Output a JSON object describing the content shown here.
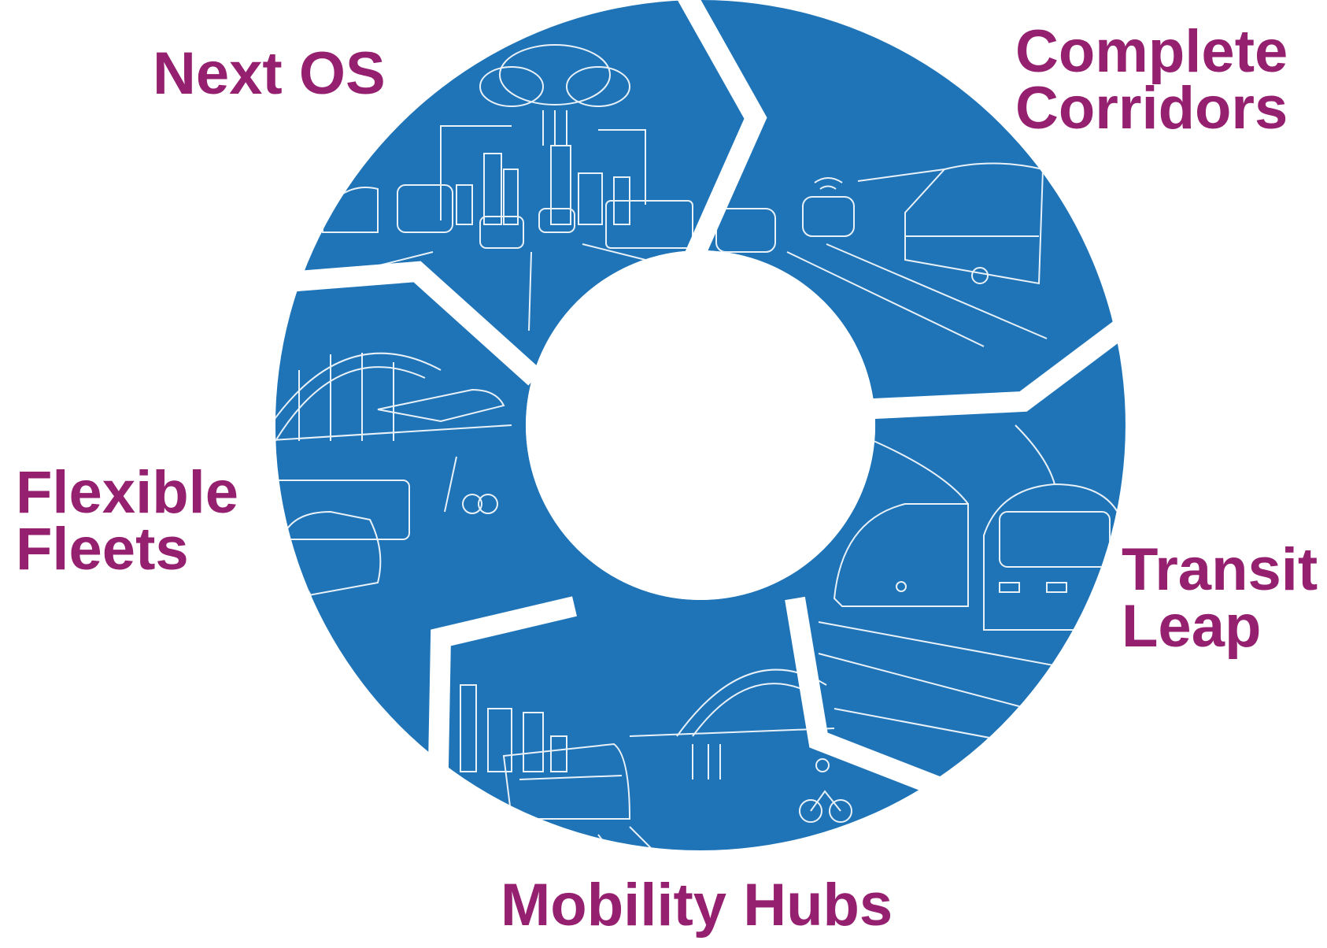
{
  "colors": {
    "ring": "#1f74b8",
    "ring_dark": "#1a62a0",
    "line_art": "#ffffff",
    "label": "#94206f",
    "background": "#ffffff"
  },
  "segments": [
    {
      "id": "next-os",
      "lines": [
        "Next OS"
      ],
      "icon": "city-cloud-data-illustration"
    },
    {
      "id": "complete-corridors",
      "lines": [
        "Complete",
        "Corridors"
      ],
      "icon": "connected-cars-bus-illustration"
    },
    {
      "id": "transit-leap",
      "lines": [
        "Transit",
        "Leap"
      ],
      "icon": "high-speed-trains-illustration"
    },
    {
      "id": "mobility-hubs",
      "lines": [
        "Mobility Hubs"
      ],
      "icon": "transit-hub-bikes-illustration"
    },
    {
      "id": "flexible-fleets",
      "lines": [
        "Flexible",
        "Fleets"
      ],
      "icon": "shuttle-bridge-scooters-illustration"
    }
  ]
}
